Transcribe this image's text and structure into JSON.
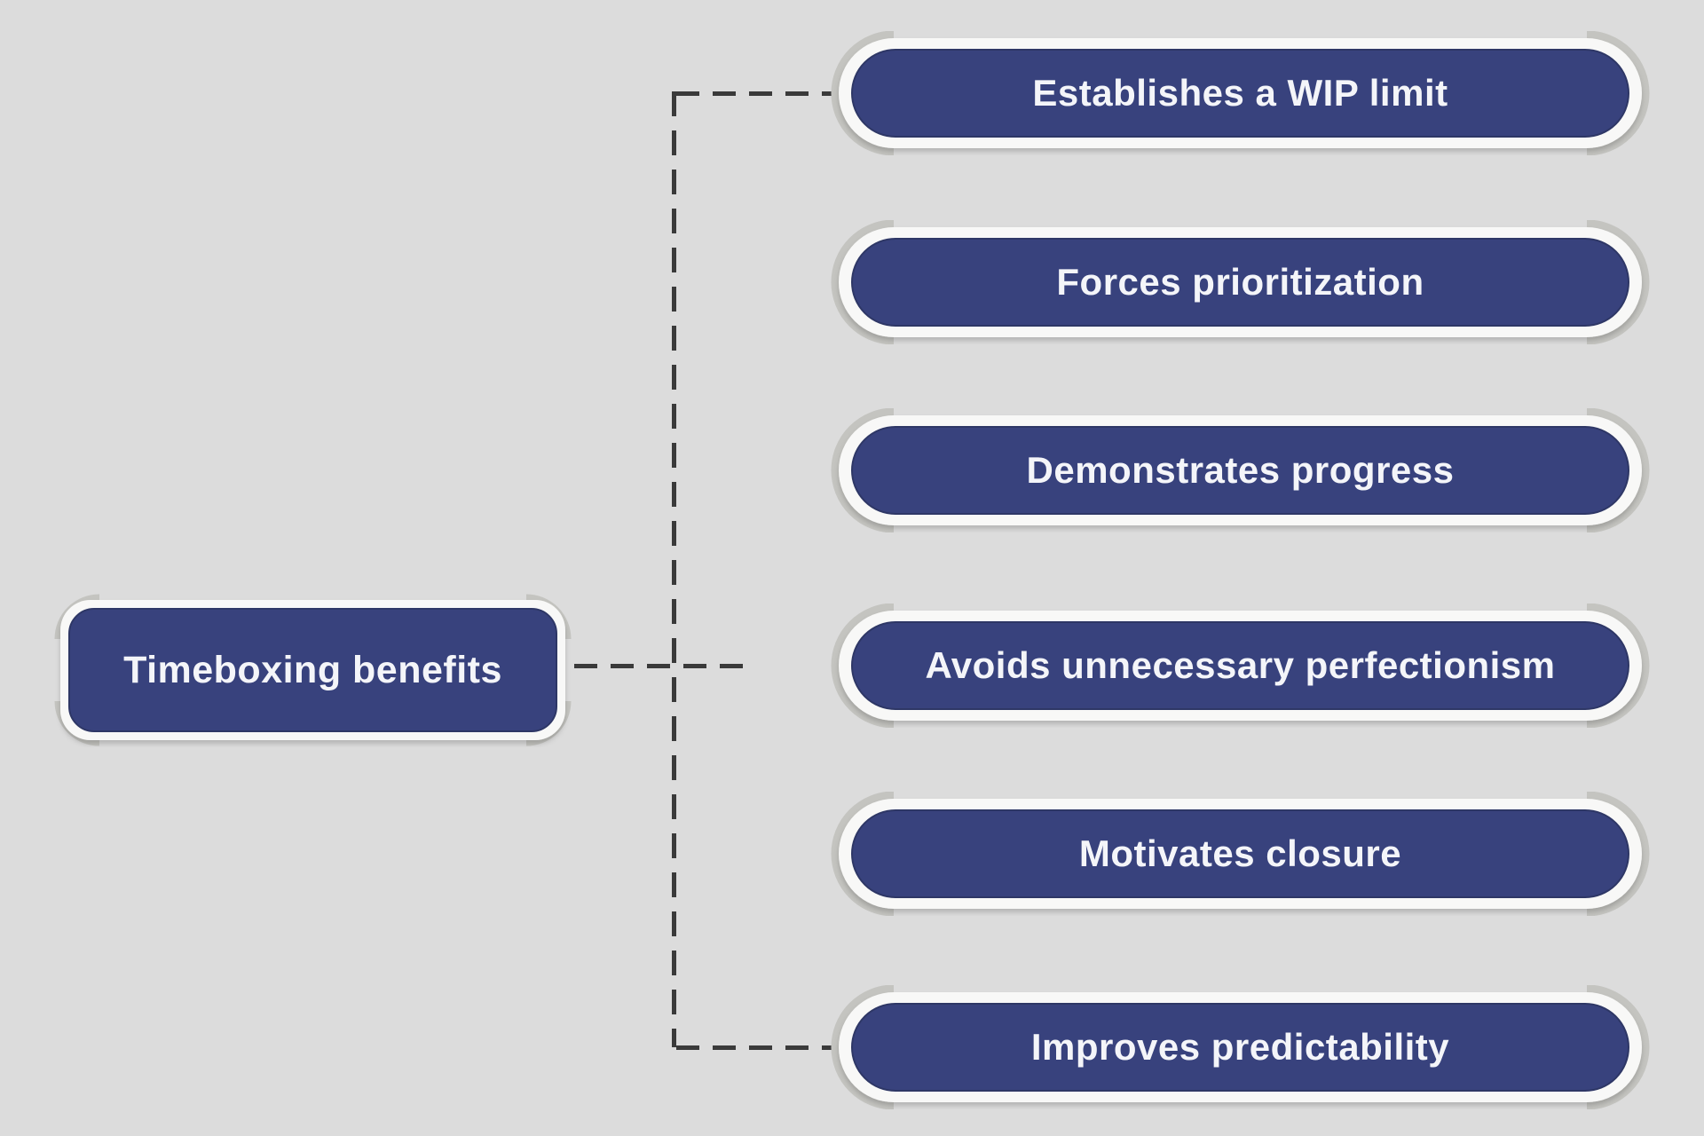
{
  "diagram": {
    "type": "mindmap",
    "orientation": "root-left-children-right",
    "root": {
      "label": "Timeboxing benefits"
    },
    "benefits": [
      {
        "label": "Establishes a WIP limit"
      },
      {
        "label": "Forces prioritization"
      },
      {
        "label": "Demonstrates progress"
      },
      {
        "label": "Avoids unnecessary perfectionism"
      },
      {
        "label": "Motivates closure"
      },
      {
        "label": "Improves predictability"
      }
    ],
    "colors": {
      "background": "#dcdcdc",
      "node_fill": "#38427d",
      "node_edge": "#2e3766",
      "node_frame": "#f8f8f7",
      "corner_accent": "#c4c4c0",
      "connector": "#3a3a3a",
      "text": "#f4f5f9"
    },
    "connector_style": "dashed"
  }
}
